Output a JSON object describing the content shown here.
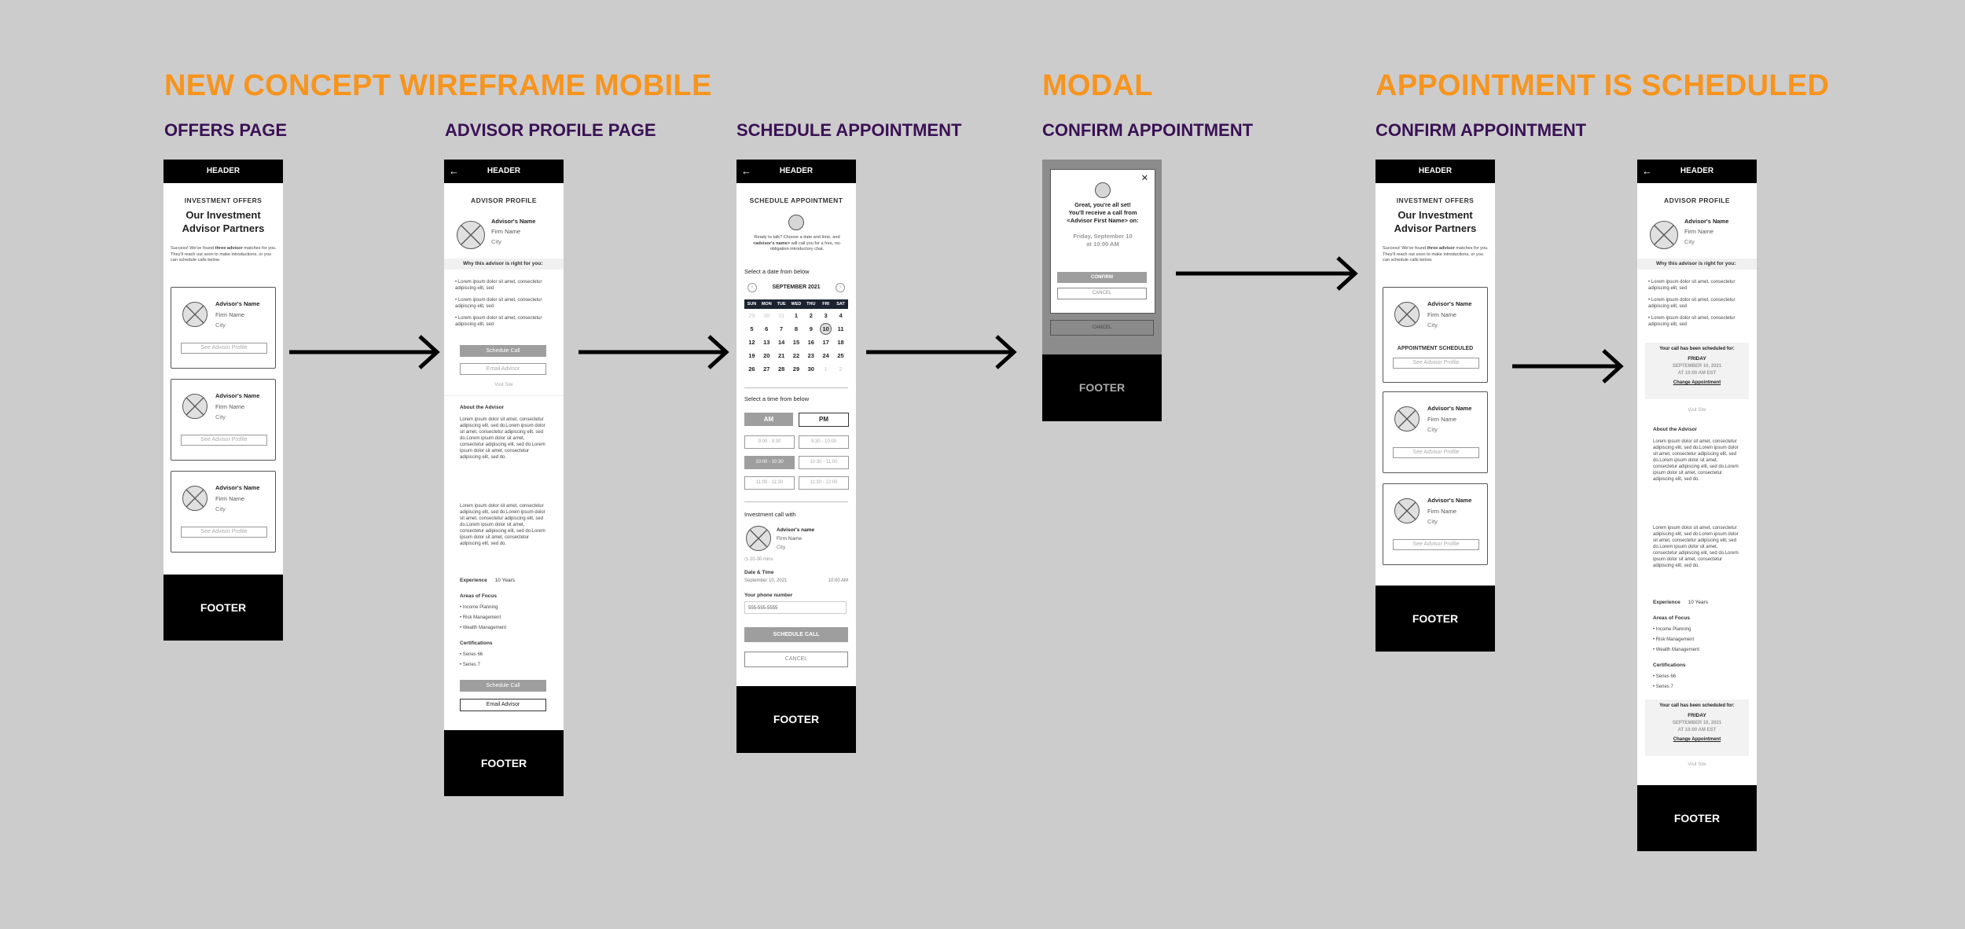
{
  "titles": {
    "main": "NEW CONCEPT WIREFRAME MOBILE",
    "modal": "MODAL",
    "scheduled": "APPOINTMENT IS SCHEDULED"
  },
  "subtitles": {
    "offers": "OFFERS PAGE",
    "profile": "ADVISOR PROFILE PAGE",
    "schedule": "SCHEDULE APPOINTMENT",
    "confirm": "CONFIRM APPOINTMENT",
    "confirm2": "CONFIRM APPOINTMENT"
  },
  "common": {
    "header": "HEADER",
    "footer": "FOOTER",
    "advisor_name": "Advisor's Name",
    "firm_name": "Firm Name",
    "city": "City",
    "see_profile": "See Advisor Profile",
    "lorem_bullet": "Lorem ipsum dolor sit amet, consectetur adipiscing elit, sed",
    "lorem_par": "Lorem ipsum dolor sit amet, consectetur adipiscing elit, sed do.Lorem ipsum dolor sit amet, consectetur adipiscing elit, sed do.Lorem ipsum dolor sit amet, consectetur adipiscing elit, sed do.Lorem ipsum dolor sit amet, consectetur adipiscing elit, sed do."
  },
  "offers": {
    "kicker": "INVESTMENT OFFERS",
    "heading": "Our Investment Advisor Partners",
    "intro_pre": "Success! We've found ",
    "intro_bold": "three advisor",
    "intro_post": " matches for you. They'll reach out soon to make introductions, or you can schedule calls below."
  },
  "profile": {
    "kicker": "ADVISOR PROFILE",
    "why": "Why this advisor is right for you:",
    "schedule_call": "Schedule Call",
    "email_advisor": "Email Advisor",
    "visit_site": "Visit Site",
    "about": "About the Advisor",
    "experience_label": "Experience",
    "experience_value": "10 Years",
    "focus_label": "Areas of Focus",
    "focus": [
      "Income Planning",
      "Risk Management",
      "Wealth Management"
    ],
    "cert_label": "Certifications",
    "certs": [
      "Series 66",
      "Series 7"
    ]
  },
  "schedule": {
    "kicker": "SCHEDULE APPOINTMENT",
    "intro_pre": "Ready to talk? Choose a date and time, and ",
    "intro_bold": "<advisor's name>",
    "intro_post": " will call you for a free, no-obligation introductory chat.",
    "date_label": "Select a date from below",
    "month": "SEPTEMBER 2021",
    "weekdays": [
      "SUN",
      "MON",
      "TUE",
      "WED",
      "THU",
      "FRI",
      "SAT"
    ],
    "weeks": [
      [
        "29",
        "30",
        "31",
        "1",
        "2",
        "3",
        "4"
      ],
      [
        "5",
        "6",
        "7",
        "8",
        "9",
        "10",
        "11"
      ],
      [
        "12",
        "13",
        "14",
        "15",
        "16",
        "17",
        "18"
      ],
      [
        "19",
        "20",
        "21",
        "22",
        "23",
        "24",
        "25"
      ],
      [
        "26",
        "27",
        "28",
        "29",
        "30",
        "1",
        "2"
      ]
    ],
    "time_label": "Select a time from below",
    "am": "AM",
    "pm": "PM",
    "slots": [
      "9:00 - 9:30",
      "9:30 - 10:00",
      "10:00 - 10:30",
      "10:30 - 11:00",
      "11:00 - 11:30",
      "11:30 - 12:00"
    ],
    "call_with": "Investment call with",
    "advisor_name_lc": "Advisor's name",
    "duration": "20-30 mins",
    "dt_label": "Date & Time",
    "dt_date": "September 10, 2021",
    "dt_time": "10:00 AM",
    "phone_label": "Your phone number",
    "phone_value": "555-555-5555",
    "schedule_btn": "SCHEDULE CALL",
    "cancel_btn": "CANCEL"
  },
  "modal": {
    "close": "✕",
    "line1": "Great, you're all set!",
    "line2": "You'll receive a call from",
    "line3": "<Advisor First Name> on:",
    "date1": "Friday, September 10",
    "date2": "at 10:00 AM",
    "confirm": "CONFIRM",
    "cancel": "CANCEL",
    "bg_cancel": "CANCEL"
  },
  "confirmed": {
    "appt_scheduled": "APPOINTMENT SCHEDULED",
    "scheduled_for": "Your call has been scheduled for:",
    "day": "FRIDAY",
    "date": "SEPTEMBER 10, 2021",
    "time": "AT 10:00 AM EST",
    "change": "Change Appointment"
  }
}
